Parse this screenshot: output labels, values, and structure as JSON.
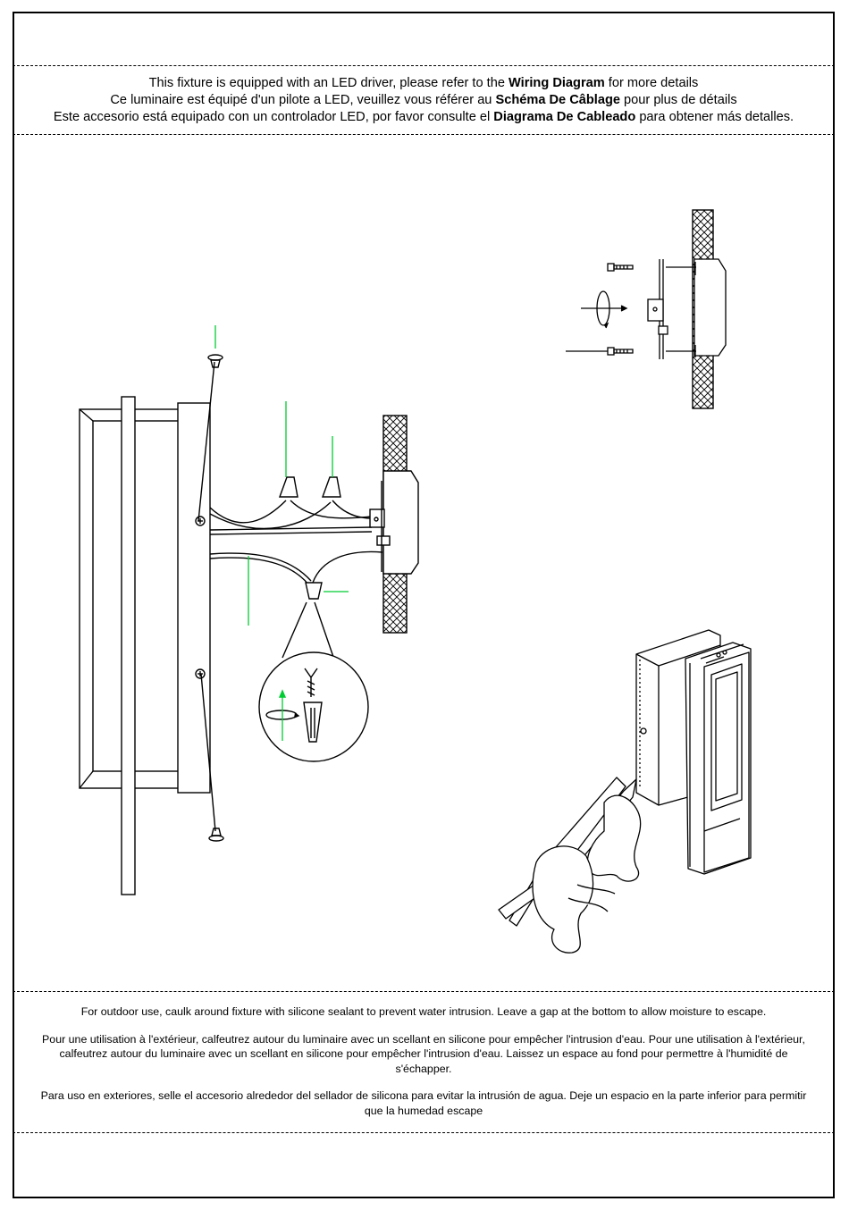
{
  "header": {
    "en": {
      "before": "This fixture is equipped with an LED driver, please refer to the ",
      "bold": "Wiring Diagram",
      "after": " for more details"
    },
    "fr": {
      "before": "Ce luminaire est équipé d'un pilote a LED, veuillez vous référer au ",
      "bold": "Schéma De Câblage",
      "after": " pour plus de détails"
    },
    "es": {
      "before": "Este accesorio está equipado con un controlador LED, por favor consulte el ",
      "bold": "Diagrama De Cableado",
      "after": " para obtener más detalles."
    }
  },
  "notes": {
    "en": "For outdoor use, caulk around fixture with silicone sealant to prevent water intrusion. Leave a gap at the bottom to allow moisture to escape.",
    "fr": "Pour une utilisation à l'extérieur, calfeutrez autour du luminaire avec un scellant en silicone pour empêcher l'intrusion d'eau. Pour une utilisation à l'extérieur, calfeutrez autour du luminaire avec un scellant en silicone pour empêcher l'intrusion d'eau. Laissez un espace au fond pour permettre à l'humidité de s'échapper.",
    "es": "Para uso en exteriores, selle el accesorio alrededor del sellador de silicona para evitar la intrusión de agua. Deje un espacio en la parte inferior para permitir que la humedad escape"
  },
  "colors": {
    "leader_lines": "#00cc33",
    "ink": "#000000"
  },
  "figures": {
    "wiring_figure": "side view of fixture mounting with wire connectors and junction box",
    "bracket_figure": "mounting bracket screwed to junction box in wall",
    "caulk_figure": "caulking gun sealing fixture to wall"
  }
}
